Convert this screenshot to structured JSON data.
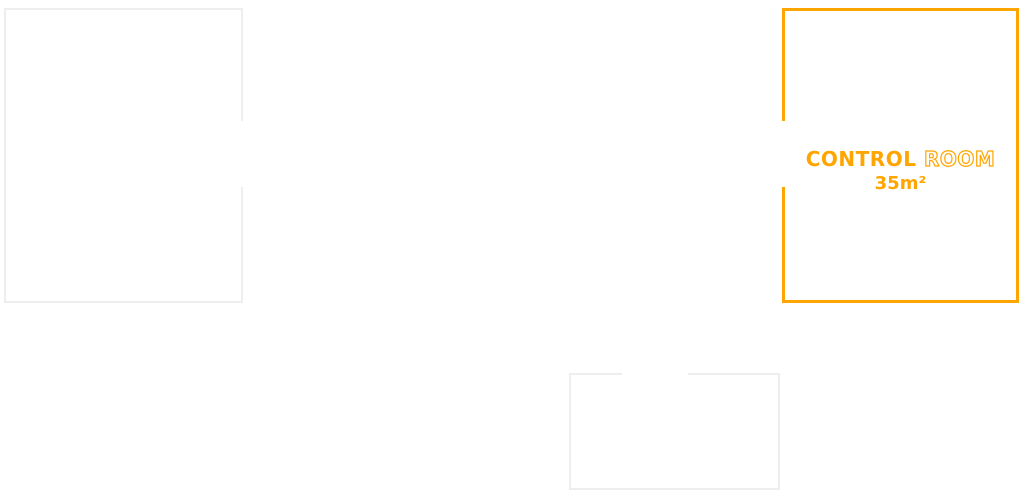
{
  "rooms": [
    {
      "id": "room-left",
      "label": ""
    },
    {
      "id": "control-room",
      "name_part1": "CONTROL",
      "name_part2": "ROOM",
      "area": "35m²",
      "highlighted": true
    },
    {
      "id": "room-bottom",
      "label": ""
    }
  ],
  "colors": {
    "highlight": "#ffa500",
    "wall": "#eeeeee"
  }
}
